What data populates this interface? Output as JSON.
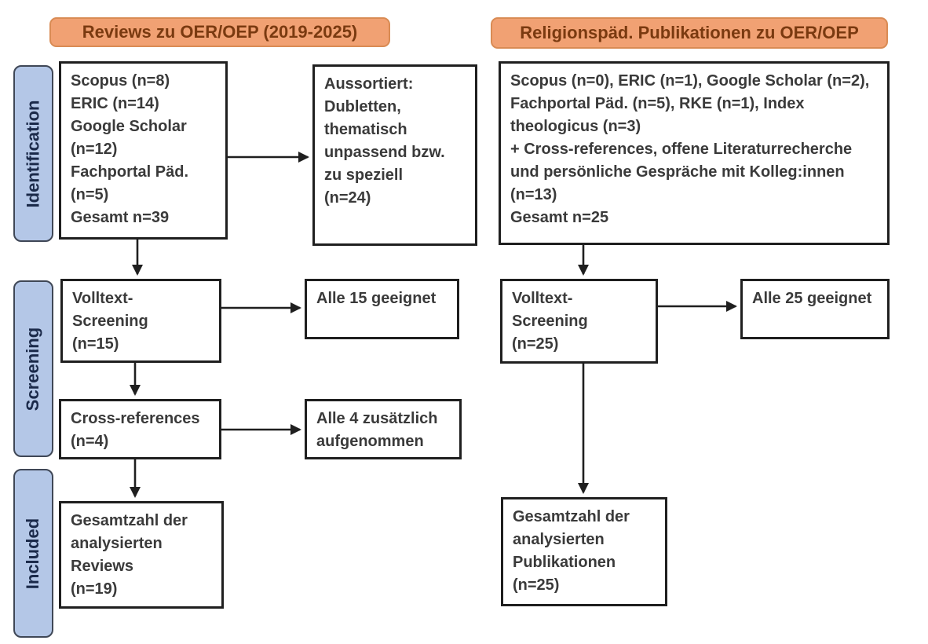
{
  "diagram": {
    "headers": {
      "left": "Reviews zu OER/OEP (2019-2025)",
      "right": "Religionspäd. Publikationen zu OER/OEP"
    },
    "stages": {
      "identification": "Identification",
      "screening": "Screening",
      "included": "Included"
    },
    "left_column": {
      "sources": "Scopus (n=8)\nERIC (n=14)\nGoogle Scholar\n(n=12)\nFachportal Päd.\n(n=5)\nGesamt n=39",
      "excluded": "Aussortiert:\nDubletten,\nthematisch\nunpassend bzw.\nzu speziell\n(n=24)",
      "fulltext_screening": "Volltext-\nScreening\n(n=15)",
      "eligible": "Alle 15 geeignet",
      "cross_references": "Cross-references\n(n=4)",
      "added": "Alle 4 zusätzlich\naufgenommen",
      "total": "Gesamtzahl der\nanalysierten\nReviews\n(n=19)"
    },
    "right_column": {
      "sources": "Scopus (n=0), ERIC (n=1), Google Scholar (n=2),\nFachportal Päd. (n=5), RKE (n=1), Index\ntheologicus (n=3)\n+ Cross-references, offene Literaturrecherche\nund persönliche Gespräche mit Kolleg:innen\n(n=13)\nGesamt n=25",
      "fulltext_screening": "Volltext-\nScreening\n(n=25)",
      "eligible": "Alle 25 geeignet",
      "total": "Gesamtzahl der\nanalysierten\nPublikationen\n(n=25)"
    },
    "colors": {
      "header_fill": "#F1A173",
      "header_border": "#D98B54",
      "header_text": "#7A3A10",
      "stage_fill": "#B4C7E7",
      "stage_border": "#3F4756",
      "stage_text": "#1B2A4A",
      "box_border": "#1F1F1F",
      "box_text": "#3A3A3A",
      "arrow": "#1F1F1F"
    }
  }
}
